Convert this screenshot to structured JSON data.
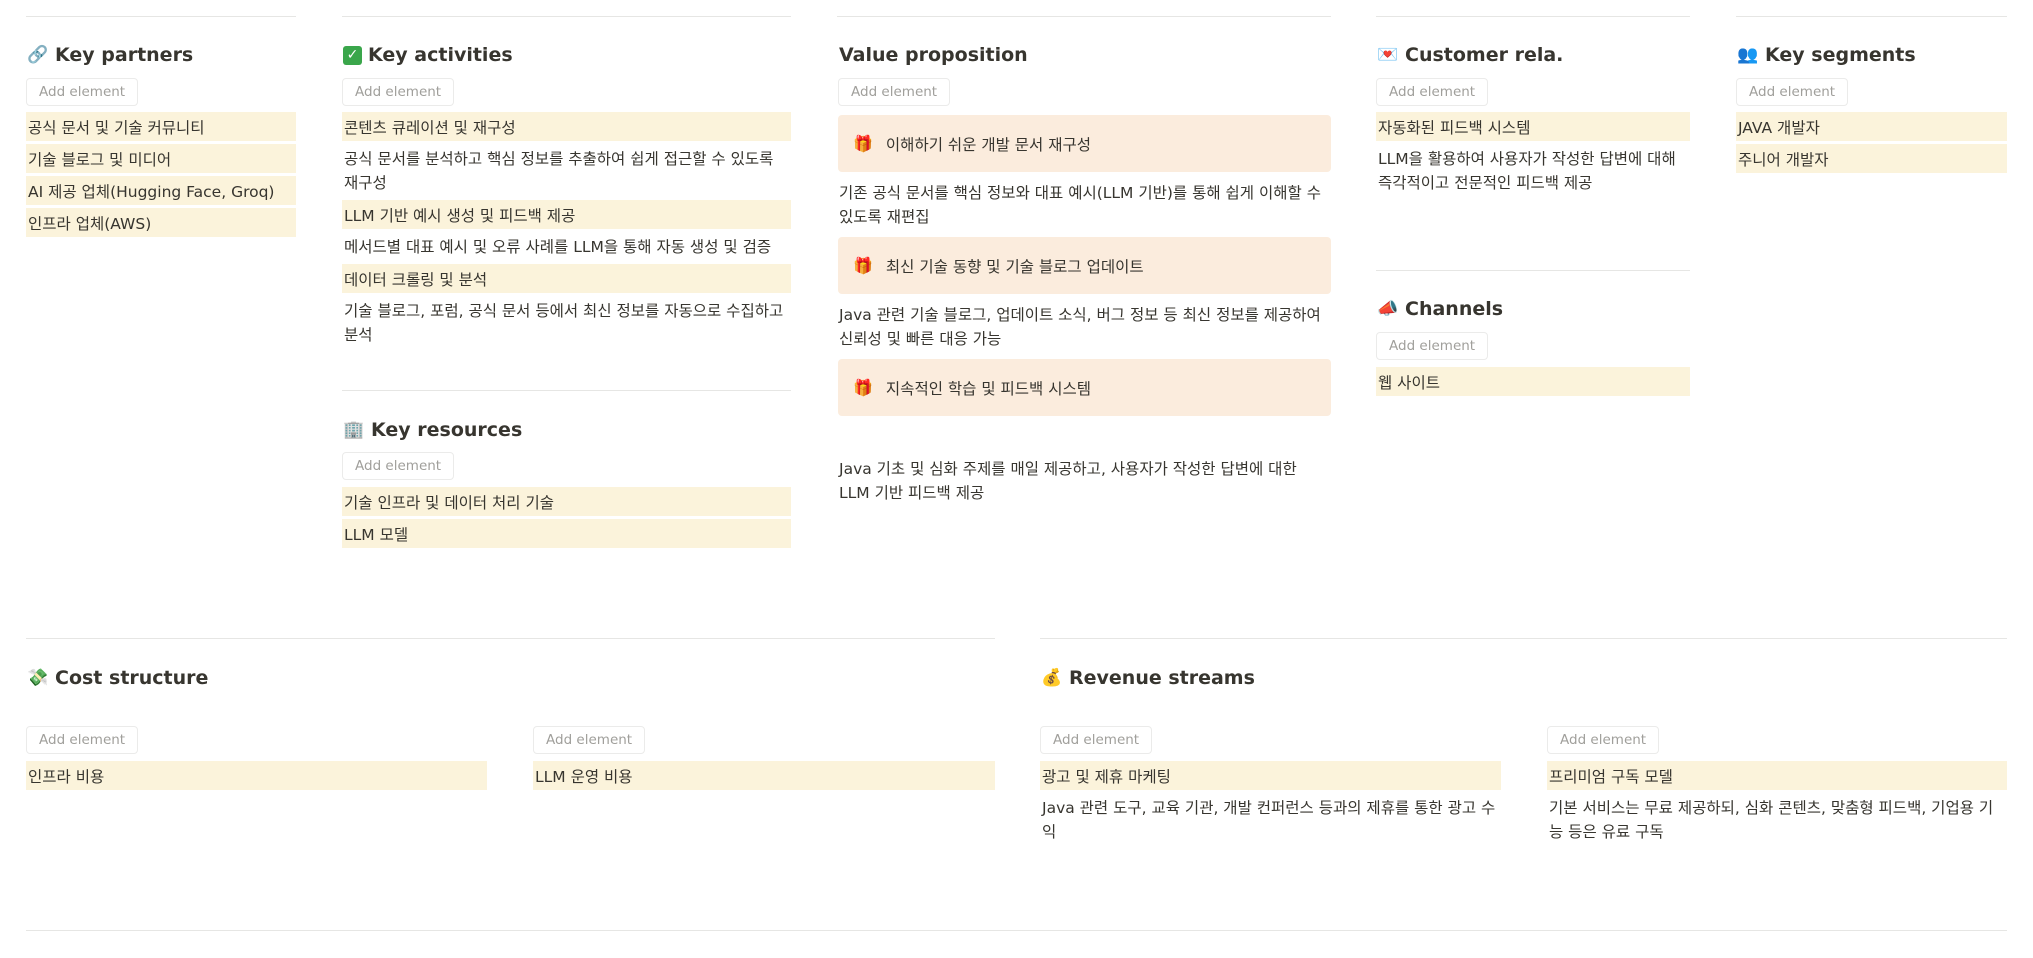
{
  "add_label": "Add element",
  "key_partners": {
    "title": "Key partners",
    "icon": "link-icon",
    "items": [
      "공식 문서 및 기술 커뮤니티",
      "기술 블로그 및 미디어",
      "AI 제공 업체(Hugging Face, Groq)",
      "인프라 업체(AWS)"
    ]
  },
  "key_activities": {
    "title": "Key activities",
    "icon": "check-mark-icon",
    "groups": [
      {
        "label": "콘텐츠 큐레이션 및 재구성",
        "desc": "공식 문서를 분석하고 핵심 정보를 추출하여 쉽게 접근할 수 있도록 재구성"
      },
      {
        "label": "LLM 기반 예시 생성 및 피드백 제공",
        "desc": "메서드별 대표 예시 및 오류 사례를 LLM을 통해 자동 생성 및 검증"
      },
      {
        "label": "데이터 크롤링 및 분석",
        "desc": "기술 블로그, 포럼, 공식 문서 등에서 최신 정보를 자동으로 수집하고 분석"
      }
    ]
  },
  "key_resources": {
    "title": "Key resources",
    "icon": "building-icon",
    "items": [
      "기술 인프라 및 데이터 처리 기술",
      "LLM 모델"
    ]
  },
  "value_proposition": {
    "title": "Value proposition",
    "cards": [
      {
        "label": "이해하기 쉬운 개발 문서 재구성",
        "desc": "기존 공식 문서를 핵심 정보와 대표 예시(LLM 기반)를 통해 쉽게 이해할 수 있도록 재편집"
      },
      {
        "label": "최신 기술 동향 및 기술 블로그 업데이트",
        "desc": "Java 관련 기술 블로그, 업데이트 소식, 버그 정보 등 최신 정보를 제공하여 신뢰성 및 빠른 대응 가능"
      },
      {
        "label": "지속적인 학습 및 피드백 시스템",
        "desc": "Java 기초 및 심화 주제를 매일 제공하고, 사용자가 작성한 답변에 대한 LLM 기반 피드백 제공"
      }
    ]
  },
  "customer_relations": {
    "title": "Customer rela.",
    "icon": "heart-letter-icon",
    "label": "자동화된 피드백 시스템",
    "desc": "LLM을 활용하여 사용자가 작성한 답변에 대해 즉각적이고 전문적인 피드백 제공"
  },
  "channels": {
    "title": "Channels",
    "icon": "megaphone-icon",
    "items": [
      "웹 사이트"
    ]
  },
  "key_segments": {
    "title": "Key segments",
    "icon": "people-icon",
    "items": [
      "JAVA 개발자",
      "주니어 개발자"
    ]
  },
  "cost_structure": {
    "title": "Cost structure",
    "icon": "money-wings-icon",
    "items": [
      "인프라 비용",
      "LLM 운영 비용"
    ]
  },
  "revenue_streams": {
    "title": "Revenue streams",
    "icon": "money-bag-icon",
    "groups": [
      {
        "label": "광고 및 제휴 마케팅",
        "desc": "Java 관련 도구, 교육 기관, 개발 컨퍼런스 등과의 제휴를 통한 광고 수익"
      },
      {
        "label": "프리미엄 구독 모델",
        "desc": "기본 서비스는 무료 제공하되, 심화 콘텐츠, 맞춤형 피드백, 기업용 기능 등은 유료 구독"
      }
    ]
  },
  "colors": {
    "chip": "#fbf3db",
    "card": "#fbecdd",
    "divider": "#e6e6e4",
    "text": "#37352f",
    "muted": "#a09f9b"
  }
}
